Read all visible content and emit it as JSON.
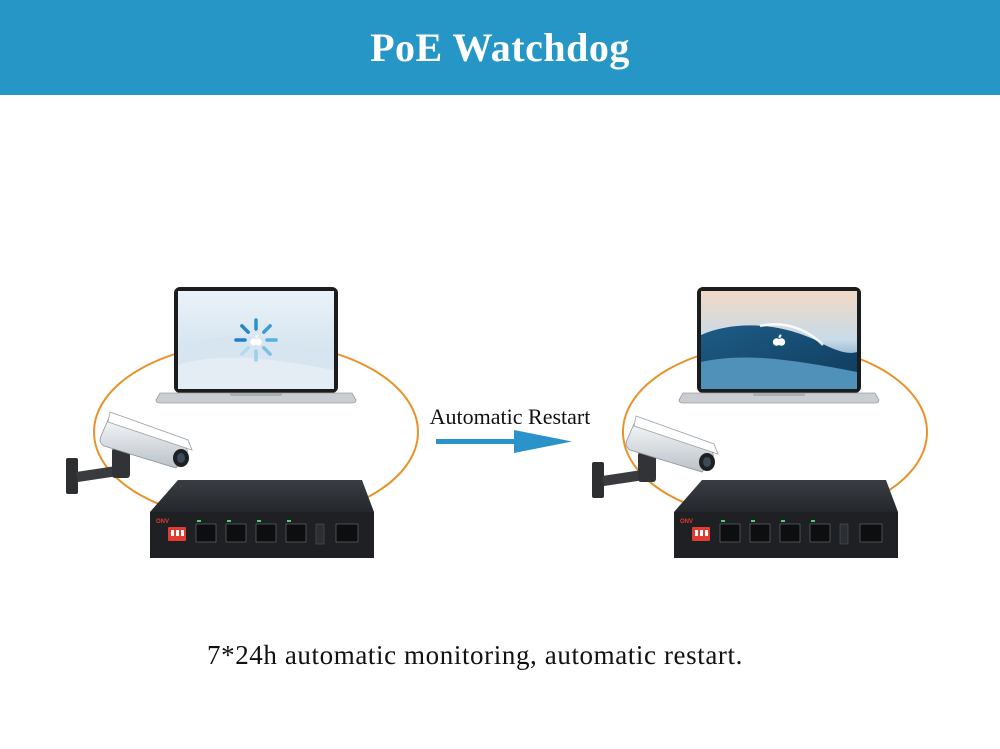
{
  "header": {
    "title": "PoE Watchdog"
  },
  "transition": {
    "label": "Automatic Restart"
  },
  "caption": "7*24h automatic monitoring, automatic restart.",
  "switch": {
    "brand": "ONV"
  },
  "colors": {
    "banner": "#2596c6",
    "ring": "#e8922a",
    "arrow": "#2a93c9",
    "switch_body": "#2b2e33",
    "dip_switch": "#e23b2f"
  },
  "icons": {
    "loading": "spinner-icon",
    "os_logo": "apple-logo-icon"
  }
}
